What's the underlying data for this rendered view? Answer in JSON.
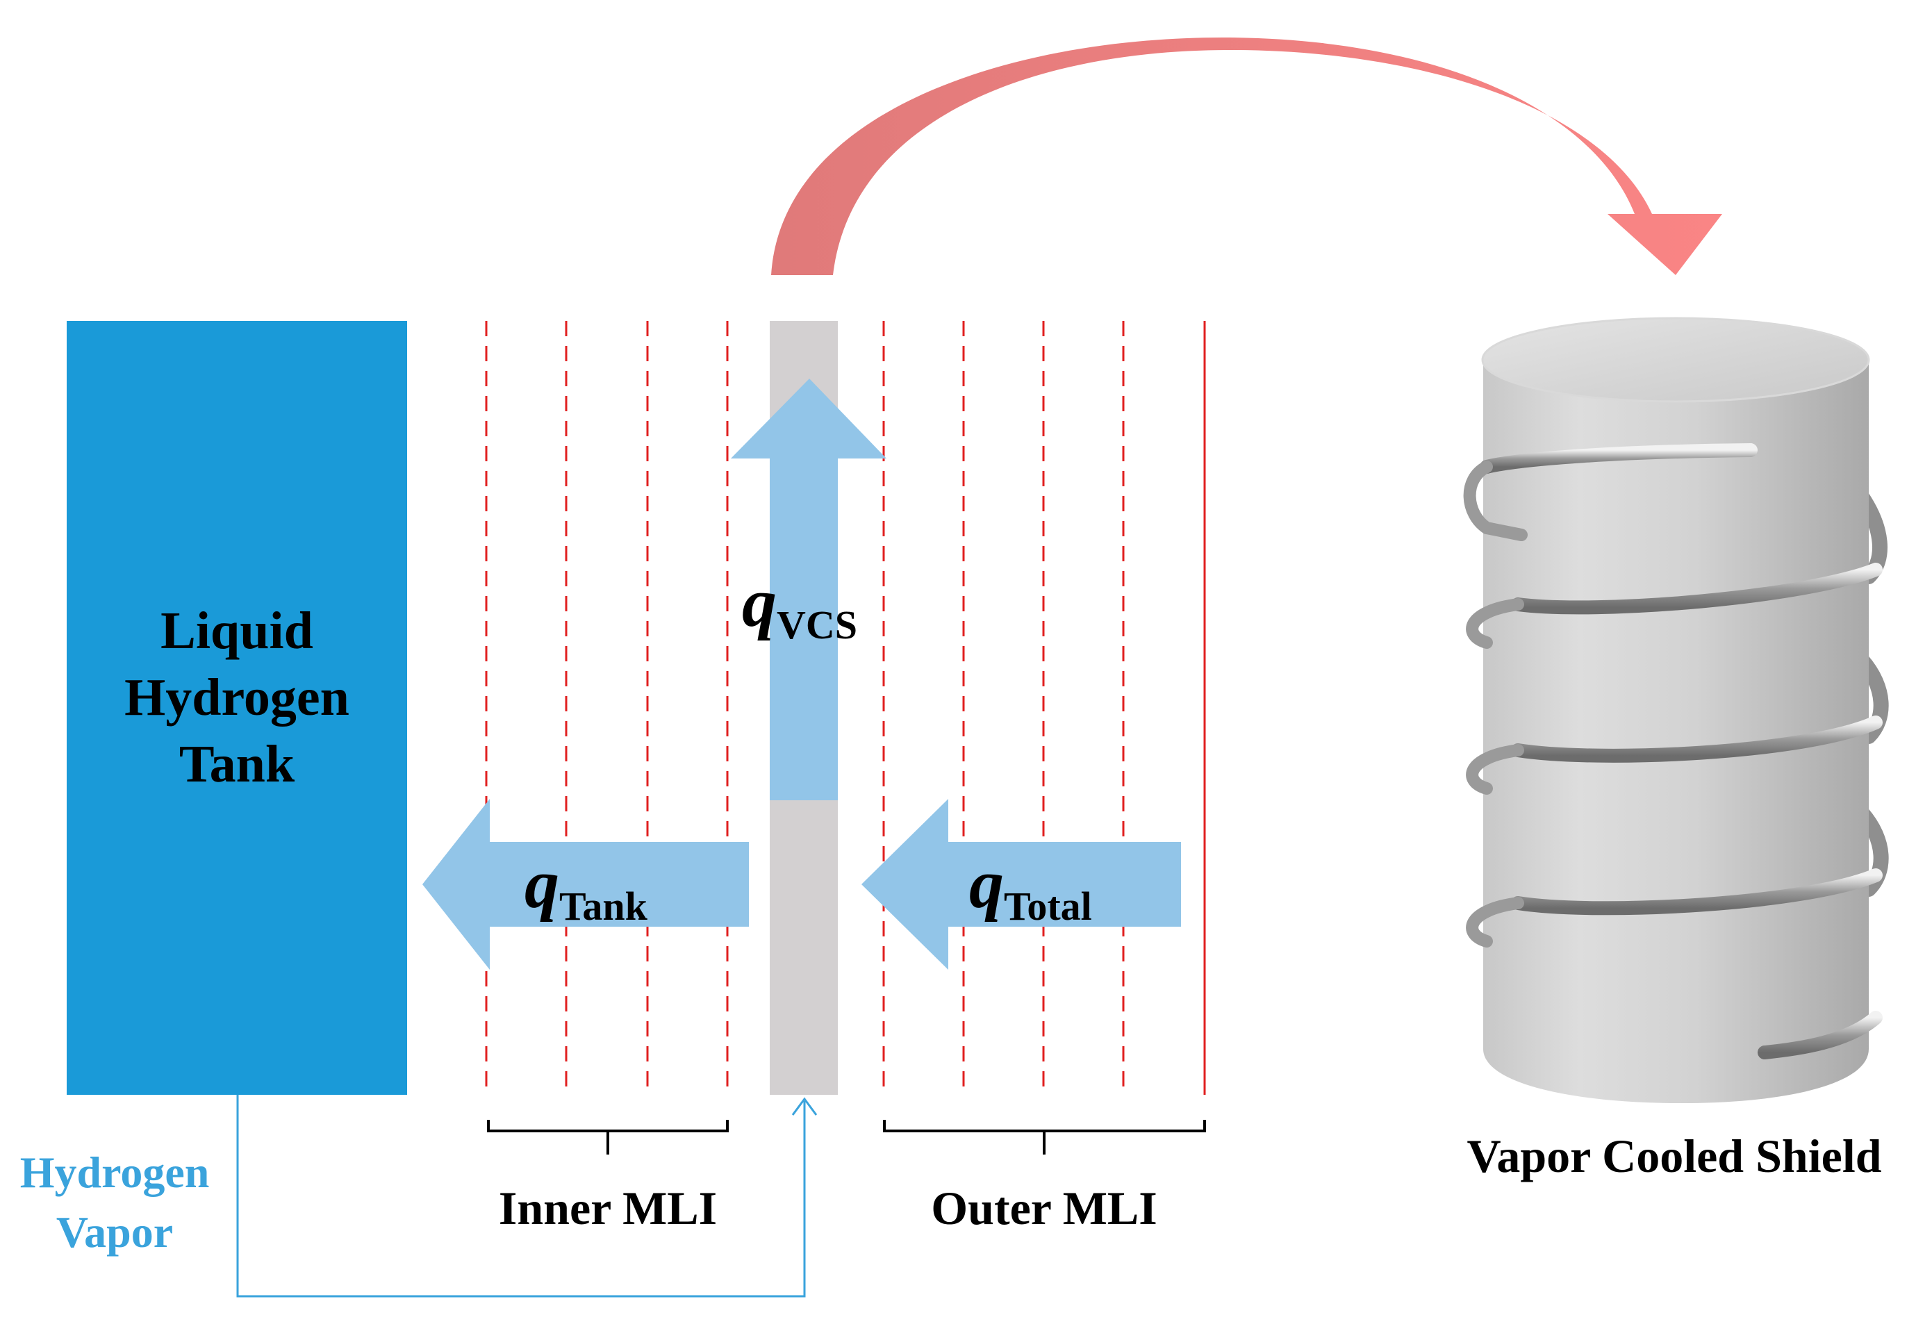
{
  "tank": {
    "line1": "Liquid",
    "line2": "Hydrogen",
    "line3": "Tank"
  },
  "vapor": {
    "line1": "Hydrogen",
    "line2": "Vapor"
  },
  "labels": {
    "inner_mli": "Inner MLI",
    "outer_mli": "Outer MLI",
    "shield": "Vapor Cooled Shield"
  },
  "heat_flows": {
    "vcs": {
      "symbol": "q",
      "subscript": "VCS"
    },
    "tank": {
      "symbol": "q",
      "subscript": "Tank"
    },
    "total": {
      "symbol": "q",
      "subscript": "Total"
    }
  },
  "colors": {
    "tank_fill": "#1a9ad8",
    "vapor_text": "#3aa3dc",
    "vapor_line": "#3aa3dc",
    "heat_arrow": "#92c5e8",
    "mli_layer": "#e02020",
    "vcs_bar": "#d3d0d1",
    "curved_arrow": "#f08080",
    "brace": "#000000"
  }
}
